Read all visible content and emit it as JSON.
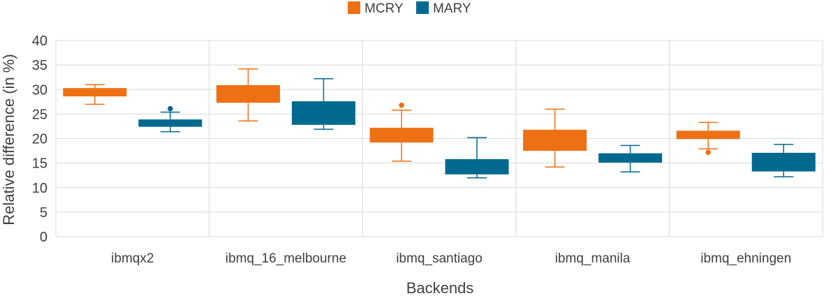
{
  "chart_data": {
    "type": "boxplot",
    "title": "",
    "xlabel": "Backends",
    "ylabel": "Relative difference (in %)",
    "ylim": [
      0,
      40
    ],
    "yticks": [
      0,
      5,
      10,
      15,
      20,
      25,
      30,
      35,
      40
    ],
    "grid": true,
    "legend_position": "top-center",
    "categories": [
      "ibmqx2",
      "ibmq_16_melbourne",
      "ibmq_santiago",
      "ibmq_manila",
      "ibmq_ehningen"
    ],
    "series": [
      {
        "name": "MCRY",
        "color": "#ED7014",
        "boxes": [
          {
            "min": 27.0,
            "q1": 28.6,
            "median": 29.4,
            "q3": 30.3,
            "max": 31.0,
            "outliers": []
          },
          {
            "min": 23.6,
            "q1": 27.3,
            "median": 29.0,
            "q3": 30.9,
            "max": 34.2,
            "outliers": []
          },
          {
            "min": 15.4,
            "q1": 19.2,
            "median": 20.5,
            "q3": 22.2,
            "max": 25.8,
            "outliers": [
              26.8
            ]
          },
          {
            "min": 14.2,
            "q1": 17.5,
            "median": 19.5,
            "q3": 21.8,
            "max": 26.0,
            "outliers": []
          },
          {
            "min": 17.9,
            "q1": 19.9,
            "median": 20.6,
            "q3": 21.6,
            "max": 23.3,
            "outliers": [
              17.2
            ]
          }
        ]
      },
      {
        "name": "MARY",
        "color": "#00698F",
        "boxes": [
          {
            "min": 21.4,
            "q1": 22.4,
            "median": 23.1,
            "q3": 23.9,
            "max": 25.4,
            "outliers": [
              26.1
            ]
          },
          {
            "min": 21.9,
            "q1": 22.8,
            "median": 25.0,
            "q3": 27.6,
            "max": 32.2,
            "outliers": []
          },
          {
            "min": 12.0,
            "q1": 12.7,
            "median": 14.0,
            "q3": 15.8,
            "max": 20.2,
            "outliers": []
          },
          {
            "min": 13.2,
            "q1": 15.1,
            "median": 16.0,
            "q3": 17.0,
            "max": 18.6,
            "outliers": []
          },
          {
            "min": 12.2,
            "q1": 13.3,
            "median": 15.0,
            "q3": 17.1,
            "max": 18.8,
            "outliers": []
          }
        ]
      }
    ]
  }
}
